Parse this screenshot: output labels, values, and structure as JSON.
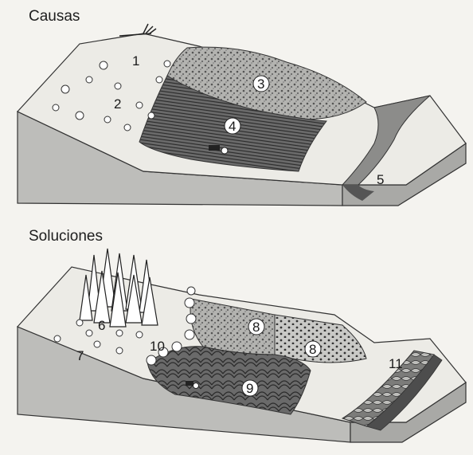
{
  "headings": {
    "top": "Causas",
    "bottom": "Soluciones"
  },
  "causes": {
    "labels": [
      "1",
      "2",
      "3",
      "4",
      "5"
    ]
  },
  "solutions": {
    "labels": [
      "6",
      "7",
      "8",
      "8",
      "9",
      "10",
      "11"
    ]
  },
  "colors": {
    "background": "#f4f3ef",
    "ink": "#1e1e1e",
    "soil_side": "#b9b9b6",
    "ground": "#e9e8e3",
    "field_dark": "#5e5e5e",
    "field_speckle": "#8d8d8a"
  }
}
